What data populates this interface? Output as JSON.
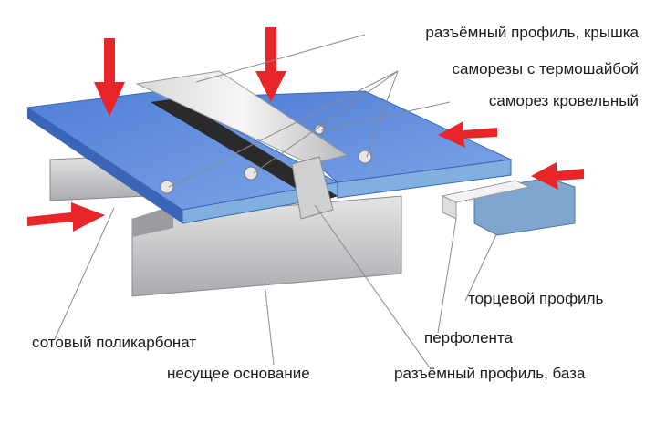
{
  "labels": {
    "cap_profile": "разъёмный профиль, крышка",
    "screws_washer": "саморезы с термошайбой",
    "roof_screw": "саморез кровельный",
    "end_profile": "торцевой профиль",
    "perf_tape": "перфолента",
    "polycarbonate": "сотовый поликарбонат",
    "support_base": "несущее основание",
    "base_profile": "разъёмный профиль, база"
  },
  "colors": {
    "arrow": "#e8262a",
    "panel": "#5b86d6",
    "panel_edge": "#3b66b8",
    "base": "#c9cbcd",
    "leader": "#8a8a8a"
  }
}
